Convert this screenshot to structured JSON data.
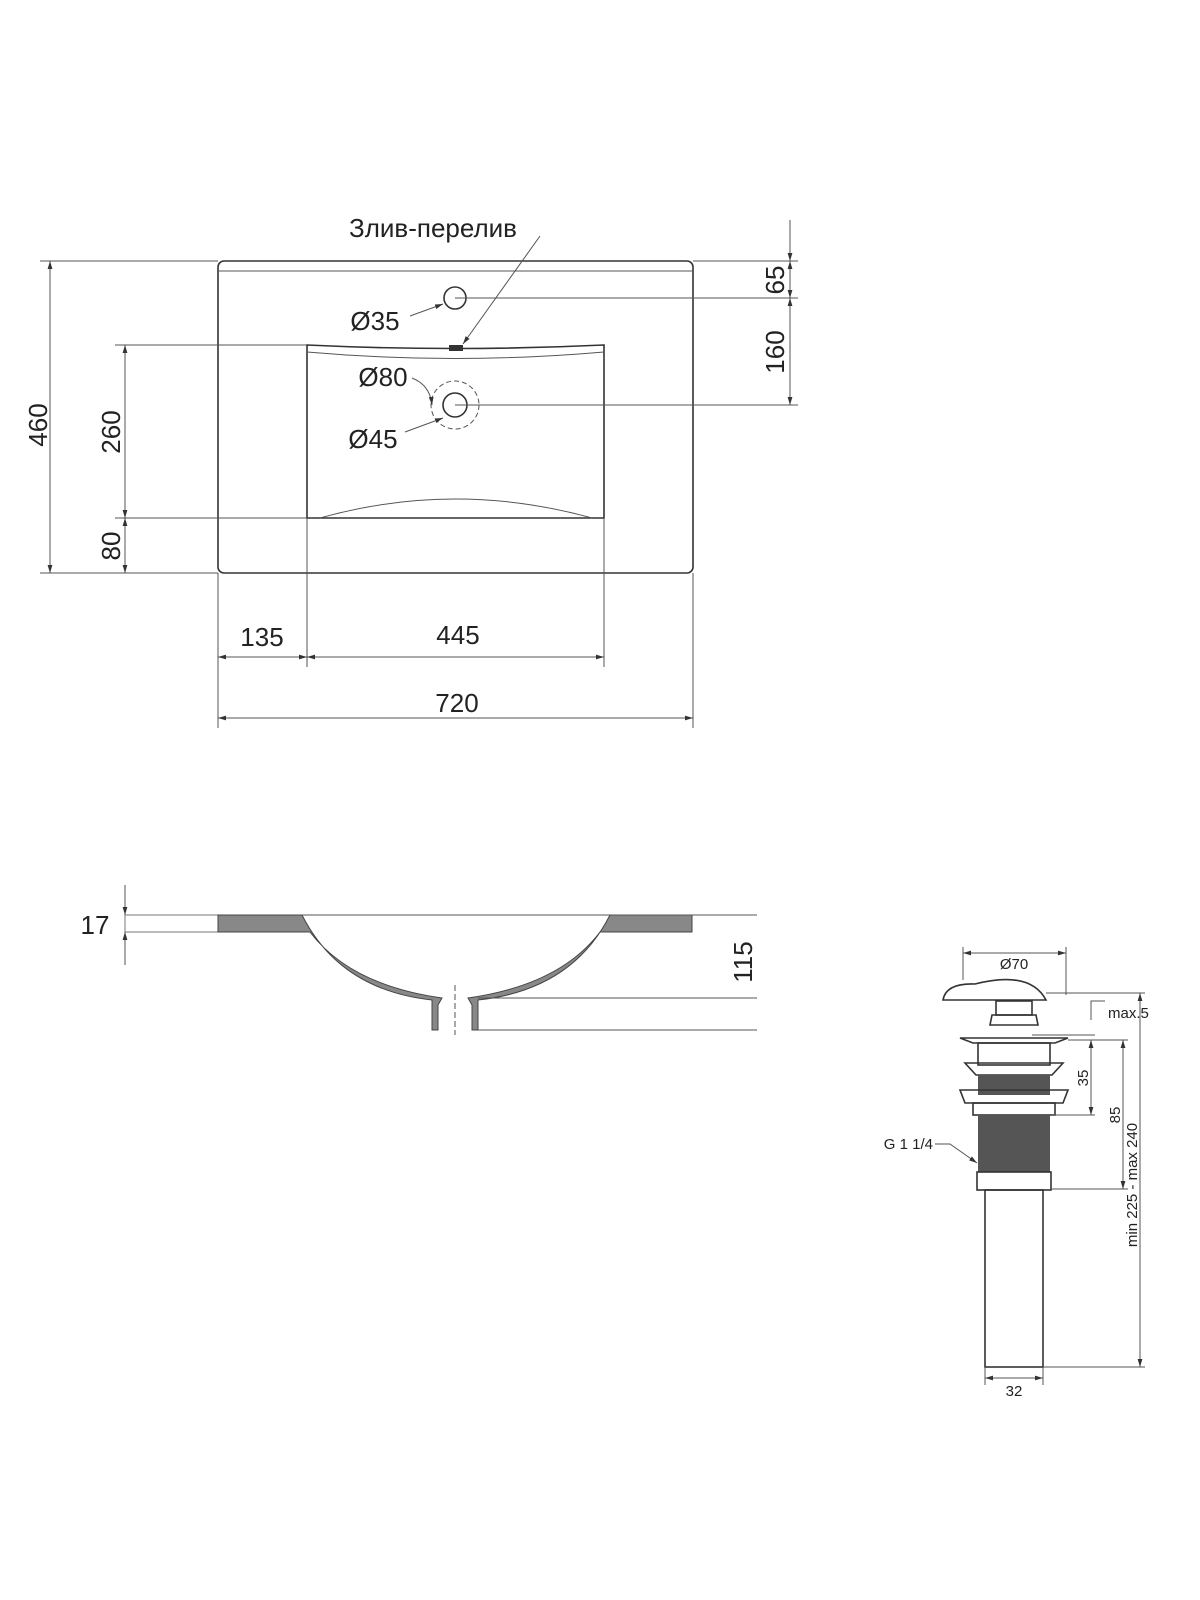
{
  "top_view": {
    "overflow_label": "Злив-перелив",
    "overflow_diameter": "Ø35",
    "drain_outer_diameter": "Ø80",
    "drain_inner_diameter": "Ø45",
    "depth_total": "460",
    "bowl_depth": "260",
    "front_margin": "80",
    "overflow_offset": "65",
    "drain_offset": "160",
    "side_margin": "135",
    "bowl_width": "445",
    "total_width": "720"
  },
  "profile_view": {
    "slab_thickness": "17",
    "bowl_height": "115"
  },
  "drain_view": {
    "cap_diameter": "Ø70",
    "max_gap": "max.5",
    "thread_height": "35",
    "body_height": "85",
    "total_length": "min 225 - max 240",
    "thread_spec": "G 1 1/4",
    "pipe_diameter": "32"
  }
}
